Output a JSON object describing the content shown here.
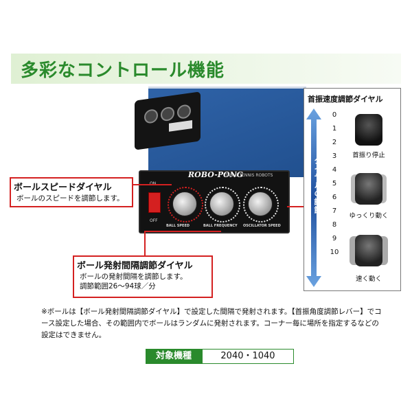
{
  "banner": {
    "title": "多彩なコントロール機能"
  },
  "panel": {
    "logo": "ROBO-PONG",
    "subtitle": "TABLE TENNIS ROBOTS",
    "on_label": "ON",
    "off_label": "OFF",
    "knob_labels": [
      "BALL SPEED",
      "BALL FREQUENCY",
      "OSCILLATOR SPEED"
    ]
  },
  "callouts": {
    "speed": {
      "title": "ボールスピードダイヤル",
      "desc": "ボールのスピードを調節します。"
    },
    "interval": {
      "title": "ボール発射間隔調節ダイヤル",
      "desc1": "ボールの発射間隔を調節します。",
      "desc2": "調節範囲26〜94球／分"
    }
  },
  "oscillator": {
    "title": "首振速度調節ダイヤル",
    "vertical_label": "ダイヤルの調節",
    "scale": [
      "0",
      "1",
      "2",
      "3",
      "4",
      "5",
      "6",
      "7",
      "8",
      "9",
      "10"
    ],
    "states": [
      "首振り停止",
      "ゆっくり動く",
      "速く動く"
    ]
  },
  "note": "※ボールは【ボール発射間隔調節ダイヤル】で設定した間隔で発射されます。【首振角度調節レバー】でコース設定した場合、その範囲内でボールはランダムに発射されます。コーナー毎に場所を指定するなどの設定はできません。",
  "models": {
    "label": "対象機種",
    "value": "2040・1040"
  },
  "colors": {
    "brand_green": "#2a8a2c",
    "accent_red": "#d42020",
    "arrow_blue": "#1f4f9e"
  }
}
